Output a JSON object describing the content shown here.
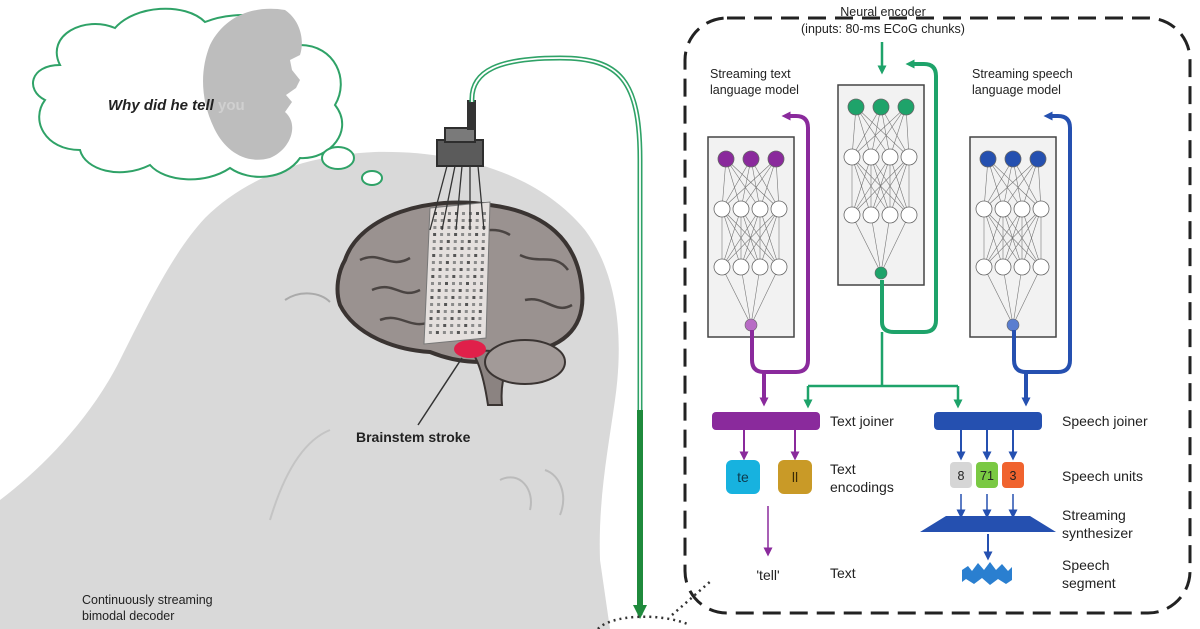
{
  "thought": {
    "text_dark": "Why did he tell",
    "text_faded": "you"
  },
  "labels": {
    "stroke": "Brainstem stroke",
    "decoder_line1": "Continuously streaming",
    "decoder_line2": "bimodal decoder",
    "encoder_title": "Neural encoder",
    "encoder_sub": "(inputs: 80-ms ECoG chunks)",
    "text_lm_line1": "Streaming text",
    "text_lm_line2": "language model",
    "speech_lm_line1": "Streaming speech",
    "speech_lm_line2": "language model",
    "text_joiner": "Text joiner",
    "speech_joiner": "Speech joiner",
    "text_enc_line1": "Text",
    "text_enc_line2": "encodings",
    "speech_units": "Speech units",
    "synth_line1": "Streaming",
    "synth_line2": "synthesizer",
    "text_out": "Text",
    "speech_seg_line1": "Speech",
    "speech_seg_line2": "segment"
  },
  "tokens": {
    "text_enc_a": "te",
    "text_enc_b": "ll",
    "text_output": "'tell'",
    "unit_a": "8",
    "unit_b": "71",
    "unit_c": "3"
  },
  "colors": {
    "purple": "#8a2a9c",
    "green": "#1ea36a",
    "blue": "#2550b0",
    "dark_green": "#1f8a3c",
    "tile_cyan": "#17b2df",
    "tile_gold": "#c99a27",
    "unit_gray": "#d6d6d6",
    "unit_green": "#7ac943",
    "unit_orange": "#f0632e",
    "brain": "#9a9290",
    "stroke_red": "#e0204a",
    "head": "#d9d9d9"
  }
}
